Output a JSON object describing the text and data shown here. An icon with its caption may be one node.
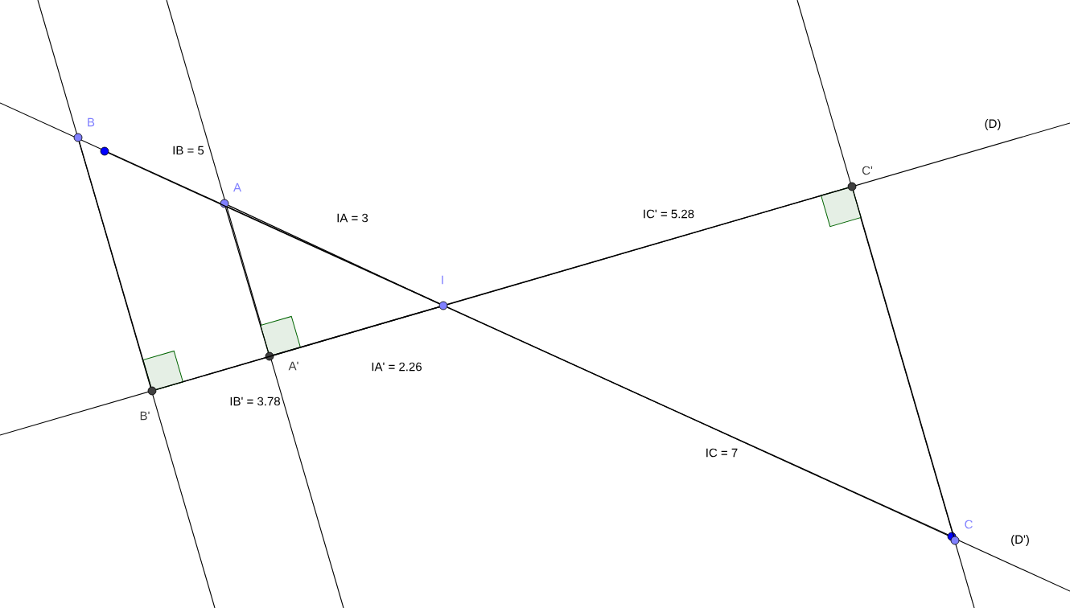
{
  "diagram": {
    "nodes": [
      {
        "text": [],
        "shape": "circle",
        "beside": [
          "B"
        ]
      },
      {
        "text": [],
        "shape": "circle"
      },
      {
        "text": [],
        "shape": "circle",
        "beside": [
          "A"
        ]
      },
      {
        "text": [],
        "shape": "circle",
        "beside": [
          "I"
        ]
      },
      {
        "text": [],
        "shape": "circle",
        "beside": [
          "C'"
        ]
      },
      {
        "text": [],
        "shape": "circle",
        "beside": [
          "A'"
        ]
      },
      {
        "text": [],
        "shape": "circle",
        "beside": [
          "B'"
        ]
      },
      {
        "text": [],
        "shape": "circle"
      },
      {
        "text": [],
        "shape": "circle",
        "beside": [
          "C"
        ]
      }
    ],
    "edges": [
      {
        "from": 3,
        "to": 1,
        "arrow": "none",
        "label": "IB = 5"
      },
      {
        "from": 3,
        "to": 2,
        "arrow": "none",
        "label": "IA = 3"
      },
      {
        "from": 3,
        "to": 4,
        "arrow": "none",
        "label": "IC' = 5.28"
      },
      {
        "from": 3,
        "to": 5,
        "arrow": "none",
        "label": "IA' = 2.26"
      },
      {
        "from": 3,
        "to": 6,
        "arrow": "none",
        "label": "IB' = 3.78"
      },
      {
        "from": 3,
        "to": 7,
        "arrow": "none",
        "label": "IC = 7"
      },
      {
        "from": 0,
        "to": 6,
        "arrow": "none"
      },
      {
        "from": 2,
        "to": 5,
        "arrow": "none"
      },
      {
        "from": 4,
        "to": 8,
        "arrow": "none"
      }
    ],
    "labels": [
      "(D)",
      "(D')"
    ]
  }
}
